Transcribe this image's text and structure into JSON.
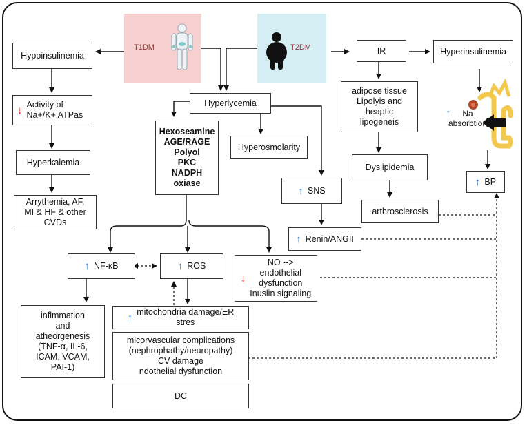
{
  "diabetes_types": {
    "t1": {
      "label": "T1DM",
      "color": "#f6cfcf"
    },
    "t2": {
      "label": "T2DM",
      "color": "#d4eef4"
    }
  },
  "nodes": {
    "hypoinsulinemia": "Hypoinsulinemia",
    "atpase": "Activity of\nNa+/K+ ATPas",
    "hyperkalemia": "Hyperkalemia",
    "cvds": "Arrythemia, AF,\nMI & HF & other\nCVDs",
    "hyperglycemia": "Hyperlycemia",
    "pathways": "Hexoseamine\nAGE/RAGE\nPolyol\nPKC\nNADPH\noxiase",
    "hyperosmolarity": "Hyperosmolarity",
    "sns": "SNS",
    "renin": "Renin/ANGII",
    "ir": "IR",
    "hyperinsulinemia": "Hyperinsulinemia",
    "adipose": "adipose tissue\nLipolyis and\nheaptic\nlipogeneis",
    "dyslipidemia": "Dyslipidemia",
    "arthrosclerosis": "arthrosclerosis",
    "na_absorption": "Na\nabsorbtion",
    "bp": "BP",
    "nfkb": "NF-κB",
    "ros": "ROS",
    "no": "NO -->\nendothelial\ndysfunction\nInuslin signaling",
    "inflammation": "inflmmation\nand\natheorgenesis\n(TNF-α, IL-6,\nICAM, VCAM,\nPAI-1)",
    "mito": "mitochondria damage/ER\nstres",
    "microvascular": "micorvascular complications\n(nephrophathy/neuropathy)\nCV damage\nndothelial dysfunction",
    "dc": "DC"
  },
  "colors": {
    "increase_arrow": "#2a72c9",
    "decrease_arrow": "#e11f1f",
    "kidney": "#f2c94c"
  },
  "icons": {
    "t1": "human-body-icon",
    "t2": "obese-person-icon",
    "kidney": "kidney-icon"
  }
}
